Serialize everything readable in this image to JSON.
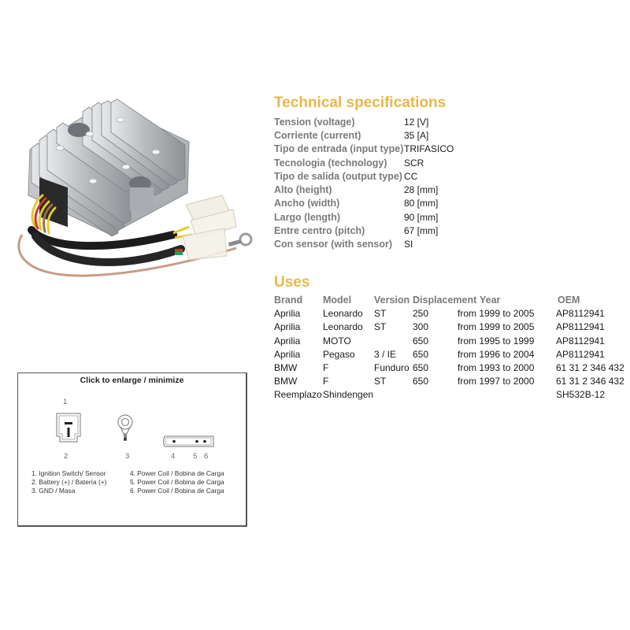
{
  "product_image": {
    "alt": "Voltage regulator rectifier with aluminum heat-sink fins and wiring harness",
    "colors": {
      "aluminum": "#b9bcbf",
      "cable": "#1c1c1c",
      "yellow_wire": "#e8c82a",
      "red_wire": "#c93a2a",
      "brown_wire": "#b88570",
      "connector": "#f2efe4"
    }
  },
  "specs": {
    "title": "Technical specifications",
    "rows": [
      {
        "label": "Tension (voltage)",
        "value": "12 [V]"
      },
      {
        "label": "Corriente (current)",
        "value": "35 [A]"
      },
      {
        "label": "Tipo de entrada (input type)",
        "value": "TRIFASICO"
      },
      {
        "label": "Tecnologia (technology)",
        "value": "SCR"
      },
      {
        "label": "Tipo de salida (output type)",
        "value": "CC"
      },
      {
        "label": "Alto (height)",
        "value": "28 [mm]"
      },
      {
        "label": "Ancho (width)",
        "value": "80 [mm]"
      },
      {
        "label": "Largo (length)",
        "value": "90 [mm]"
      },
      {
        "label": "Entre centro (pitch)",
        "value": "67 [mm]"
      },
      {
        "label": "Con sensor (with sensor)",
        "value": "SI"
      }
    ]
  },
  "uses": {
    "title": "Uses",
    "headers": {
      "brand": "Brand",
      "model": "Model",
      "version": "Version",
      "displacement": "Displacement",
      "year": "Year",
      "oem": "OEM"
    },
    "rows": [
      {
        "brand": "Aprilia",
        "model": "Leonardo",
        "version": "ST",
        "displacement": "250",
        "year": "from 1999 to 2005",
        "oem": "AP8112941"
      },
      {
        "brand": "Aprilia",
        "model": "Leonardo",
        "version": "ST",
        "displacement": "300",
        "year": "from 1999 to 2005",
        "oem": "AP8112941"
      },
      {
        "brand": "Aprilia",
        "model": "MOTO",
        "version": "",
        "displacement": "650",
        "year": "from 1995 to 1999",
        "oem": "AP8112941"
      },
      {
        "brand": "Aprilia",
        "model": "Pegaso",
        "version": "3 / IE",
        "displacement": "650",
        "year": "from 1996 to 2004",
        "oem": "AP8112941"
      },
      {
        "brand": "BMW",
        "model": "F",
        "version": "Funduro",
        "displacement": "650",
        "year": "from 1993 to 2000",
        "oem": "61 31 2 346 432"
      },
      {
        "brand": "BMW",
        "model": "F",
        "version": "ST",
        "displacement": "650",
        "year": "from 1997 to 2000",
        "oem": "61 31 2 346 432"
      },
      {
        "brand": "Reemplazo",
        "model": "Shindengen",
        "version": "",
        "displacement": "",
        "year": "",
        "oem": "SH532B-12"
      }
    ]
  },
  "diagram": {
    "title": "Click to enlarge / minimize",
    "pins": {
      "p1": "1",
      "p2": "2",
      "p3": "3",
      "p4": "4",
      "p5": "5",
      "p6": "6"
    },
    "legend_left": [
      "1. Ignition Switch/ Sensor",
      "2. Battery (+) / Batería (+)",
      "3. GND / Masa"
    ],
    "legend_right": [
      "4. Power Coil / Bobina de Carga",
      "5. Power Coil / Bobina de Carga",
      "6. Power Coil / Bobina de Carga"
    ]
  },
  "colors": {
    "heading_accent": "#e8b84a",
    "label_gray": "#7a7a7a",
    "text": "#1a1a1a",
    "border": "#555555"
  }
}
